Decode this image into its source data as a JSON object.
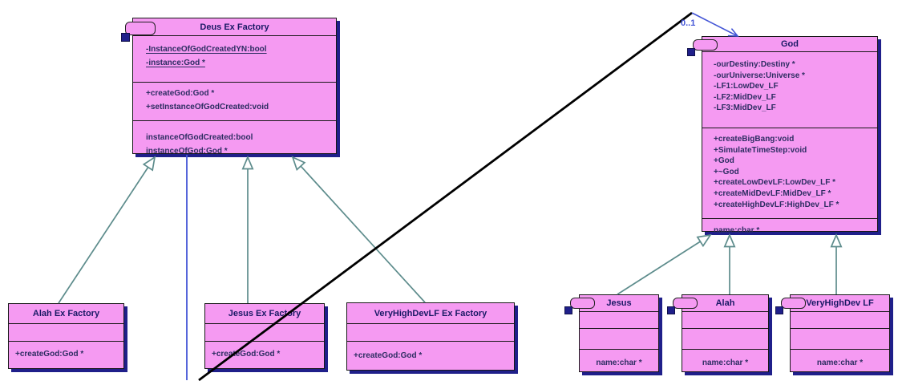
{
  "classes": {
    "deus_ex_factory": {
      "title": "Deus Ex Factory",
      "attributes": [
        "-InstanceOfGodCreatedYN:bool",
        "-instance:God *"
      ],
      "operations": [
        "+createGod:God *",
        "+setInstanceOfGodCreated:void"
      ],
      "properties": [
        "instanceOfGodCreated:bool",
        "instanceOfGod:God *"
      ]
    },
    "god": {
      "title": "God",
      "attributes": [
        "-ourDestiny:Destiny *",
        "-ourUniverse:Universe *",
        "-LF1:LowDev_LF",
        "-LF2:MidDev_LF",
        "-LF3:MidDev_LF"
      ],
      "operations": [
        "+createBigBang:void",
        "+SimulateTimeStep:void",
        "+God",
        "+~God",
        "+createLowDevLF:LowDev_LF *",
        "+createMidDevLF:MidDev_LF *",
        "+createHighDevLF:HighDev_LF *"
      ],
      "properties": [
        "name:char *"
      ]
    },
    "alah_ex_factory": {
      "title": "Alah Ex Factory",
      "operations": [
        "+createGod:God *"
      ]
    },
    "jesus_ex_factory": {
      "title": "Jesus Ex Factory",
      "operations": [
        "+createGod:God *"
      ]
    },
    "veryhighdevlf_ex_factory": {
      "title": "VeryHighDevLF Ex Factory",
      "operations": [
        "+createGod:God *"
      ]
    },
    "jesus": {
      "title": "Jesus",
      "properties": [
        "name:char *"
      ]
    },
    "alah": {
      "title": "Alah",
      "properties": [
        "name:char *"
      ]
    },
    "veryhighdev_lf": {
      "title": "VeryHighDev LF",
      "properties": [
        "name:char *"
      ]
    }
  },
  "association": {
    "multiplicity": "0..1"
  },
  "colors": {
    "box_fill": "#f59af2",
    "box_border": "#181818",
    "box_shadow": "#1f1f8a",
    "title_text": "#191965",
    "member_text": "#2d2d62",
    "inheritance_line": "#5d8c8c",
    "association_blue": "#4355d6",
    "association_black": "#000000"
  }
}
